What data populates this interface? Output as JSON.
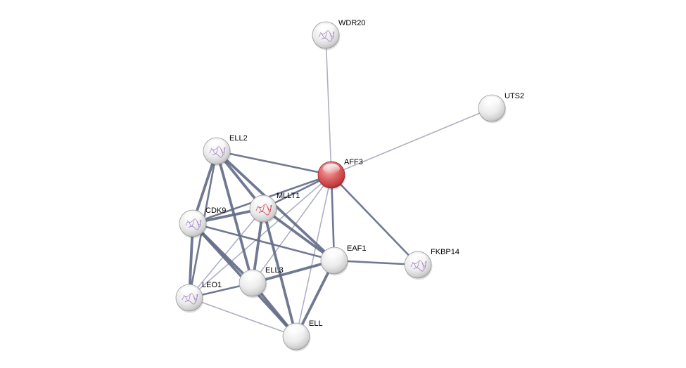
{
  "colors": {
    "query_node": "#c8363c",
    "node": "#e8e8e8",
    "edge_strong": "#626a86",
    "edge_weak": "#a0a2b8",
    "background": "#ffffff"
  },
  "network": {
    "nodes": [
      {
        "id": "WDR20",
        "label": "WDR20",
        "query": false,
        "structure": true
      },
      {
        "id": "UTS2",
        "label": "UTS2",
        "query": false,
        "structure": false
      },
      {
        "id": "ELL2",
        "label": "ELL2",
        "query": false,
        "structure": true
      },
      {
        "id": "AFF3",
        "label": "AFF3",
        "query": true,
        "structure": false
      },
      {
        "id": "MLLT1",
        "label": "MLLT1",
        "query": false,
        "structure": true
      },
      {
        "id": "CDK9",
        "label": "CDK9",
        "query": false,
        "structure": true
      },
      {
        "id": "EAF1",
        "label": "EAF1",
        "query": false,
        "structure": false
      },
      {
        "id": "FKBP14",
        "label": "FKBP14",
        "query": false,
        "structure": true
      },
      {
        "id": "ELL3",
        "label": "ELL3",
        "query": false,
        "structure": false
      },
      {
        "id": "LEO1",
        "label": "LEO1",
        "query": false,
        "structure": true
      },
      {
        "id": "ELL",
        "label": "ELL",
        "query": false,
        "structure": false
      }
    ],
    "edges": [
      {
        "source": "AFF3",
        "target": "WDR20",
        "strength": "weak"
      },
      {
        "source": "AFF3",
        "target": "UTS2",
        "strength": "weak"
      },
      {
        "source": "AFF3",
        "target": "ELL2",
        "strength": "medium"
      },
      {
        "source": "AFF3",
        "target": "MLLT1",
        "strength": "medium"
      },
      {
        "source": "AFF3",
        "target": "CDK9",
        "strength": "medium"
      },
      {
        "source": "AFF3",
        "target": "EAF1",
        "strength": "medium"
      },
      {
        "source": "AFF3",
        "target": "FKBP14",
        "strength": "medium"
      },
      {
        "source": "AFF3",
        "target": "ELL3",
        "strength": "weak"
      },
      {
        "source": "AFF3",
        "target": "LEO1",
        "strength": "weak"
      },
      {
        "source": "AFF3",
        "target": "ELL",
        "strength": "weak"
      },
      {
        "source": "ELL2",
        "target": "MLLT1",
        "strength": "strong"
      },
      {
        "source": "ELL2",
        "target": "CDK9",
        "strength": "strong"
      },
      {
        "source": "ELL2",
        "target": "EAF1",
        "strength": "strong"
      },
      {
        "source": "ELL2",
        "target": "ELL3",
        "strength": "strong"
      },
      {
        "source": "ELL2",
        "target": "LEO1",
        "strength": "medium"
      },
      {
        "source": "MLLT1",
        "target": "CDK9",
        "strength": "strong"
      },
      {
        "source": "MLLT1",
        "target": "EAF1",
        "strength": "strong"
      },
      {
        "source": "MLLT1",
        "target": "ELL3",
        "strength": "strong"
      },
      {
        "source": "MLLT1",
        "target": "ELL",
        "strength": "strong"
      },
      {
        "source": "MLLT1",
        "target": "LEO1",
        "strength": "weak"
      },
      {
        "source": "CDK9",
        "target": "EAF1",
        "strength": "medium"
      },
      {
        "source": "CDK9",
        "target": "ELL3",
        "strength": "strong"
      },
      {
        "source": "CDK9",
        "target": "LEO1",
        "strength": "strong"
      },
      {
        "source": "CDK9",
        "target": "ELL",
        "strength": "strong"
      },
      {
        "source": "EAF1",
        "target": "FKBP14",
        "strength": "medium"
      },
      {
        "source": "EAF1",
        "target": "ELL3",
        "strength": "strong"
      },
      {
        "source": "EAF1",
        "target": "ELL",
        "strength": "strong"
      },
      {
        "source": "ELL3",
        "target": "LEO1",
        "strength": "medium"
      },
      {
        "source": "ELL3",
        "target": "ELL",
        "strength": "strong"
      },
      {
        "source": "LEO1",
        "target": "ELL",
        "strength": "weak"
      }
    ]
  }
}
